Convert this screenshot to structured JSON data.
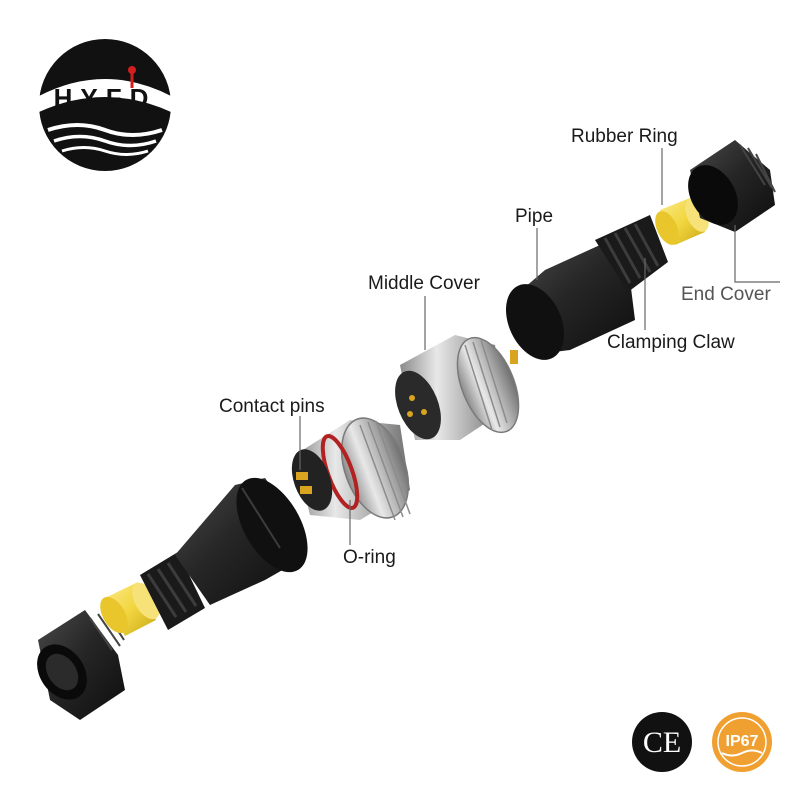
{
  "brand": {
    "logo_text": "HYFD"
  },
  "labels": {
    "rubber_ring": "Rubber Ring",
    "pipe": "Pipe",
    "middle_cover": "Middle Cover",
    "end_cover": "End Cover",
    "clamping_claw": "Clamping Claw",
    "contact_pins": "Contact pins",
    "o_ring": "O-ring"
  },
  "badges": {
    "ce": "CE",
    "ip_rating": "IP67"
  },
  "colors": {
    "leader_line": "#666666",
    "rubber_yellow": "#f2d640",
    "plastic_black": "#1e1e1e",
    "metal_silver": "#b8b8b8",
    "o_ring_red": "#b22222",
    "ip_badge_orange": "#f0a030"
  }
}
